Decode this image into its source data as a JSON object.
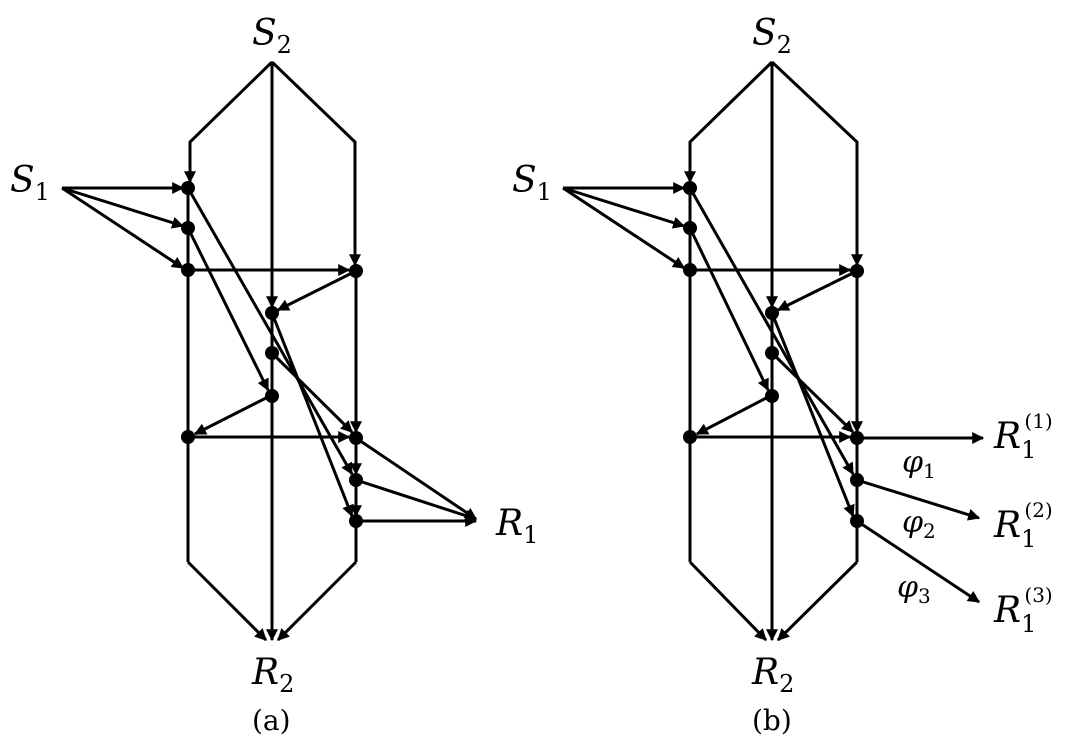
{
  "panels": {
    "a": {
      "caption": "(a)",
      "labels": {
        "s1": {
          "main": "S",
          "sub": "1"
        },
        "s2": {
          "main": "S",
          "sub": "2"
        },
        "r1": {
          "main": "R",
          "sub": "1"
        },
        "r2": {
          "main": "R",
          "sub": "2"
        }
      }
    },
    "b": {
      "caption": "(b)",
      "labels": {
        "s1": {
          "main": "S",
          "sub": "1"
        },
        "s2": {
          "main": "S",
          "sub": "2"
        },
        "r2": {
          "main": "R",
          "sub": "2"
        },
        "r1_1": {
          "main": "R",
          "sub": "1",
          "sup": "(1)"
        },
        "r1_2": {
          "main": "R",
          "sub": "1",
          "sup": "(2)"
        },
        "r1_3": {
          "main": "R",
          "sub": "1",
          "sup": "(3)"
        },
        "phi1": {
          "main": "φ",
          "sub": "1"
        },
        "phi2": {
          "main": "φ",
          "sub": "2"
        },
        "phi3": {
          "main": "φ",
          "sub": "3"
        }
      }
    }
  }
}
